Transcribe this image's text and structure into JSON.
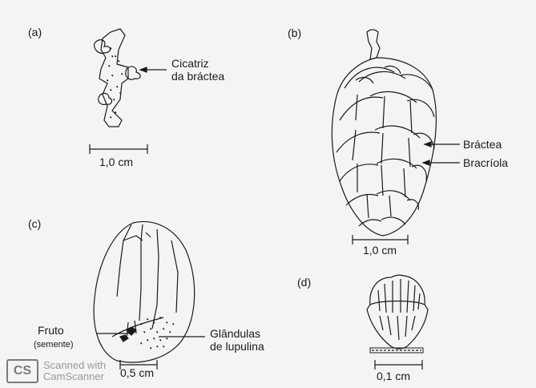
{
  "panels": {
    "a": {
      "letter": "(a)",
      "label": [
        "Cicatriz",
        "da bráctea"
      ],
      "scale": "1,0 cm"
    },
    "b": {
      "letter": "(b)",
      "labels": [
        "Bráctea",
        "Bracríola"
      ],
      "scale": "1,0 cm"
    },
    "c": {
      "letter": "(c)",
      "left_label": [
        "Fruto",
        "(semente)"
      ],
      "right_label": [
        "Glândulas",
        "de lupulina"
      ],
      "scale": "0,5 cm"
    },
    "d": {
      "letter": "(d)",
      "scale": "0,1 cm"
    }
  },
  "watermark": {
    "badge": "CS",
    "line1": "Scanned with",
    "line2": "CamScanner"
  }
}
